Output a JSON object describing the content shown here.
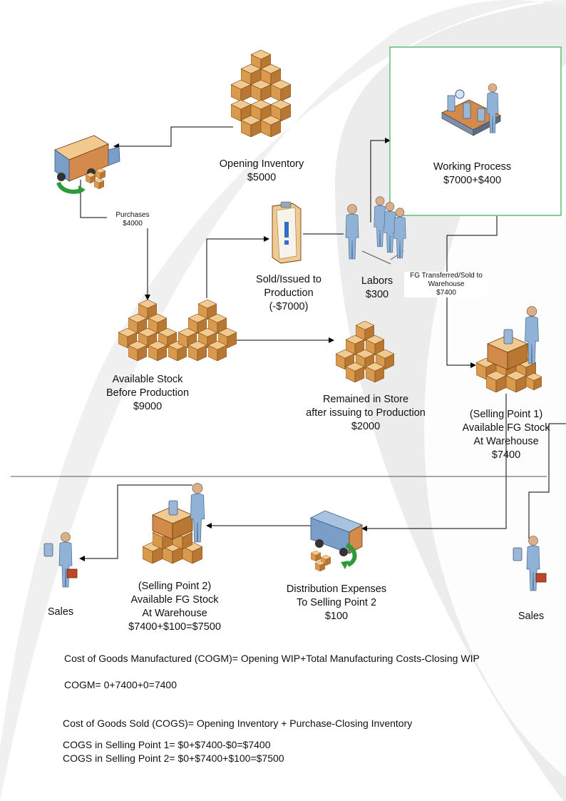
{
  "nodes": {
    "opening_inventory": {
      "name": "Opening Inventory",
      "value": "$5000"
    },
    "purchases": {
      "name": "Purchases",
      "value": "$4000"
    },
    "working_process": {
      "name": "Working Process",
      "value": "$7000+$400"
    },
    "sold_issued": {
      "line1": "Sold/Issued to",
      "line2": "Production",
      "value": "(-$7000)"
    },
    "labors": {
      "name": "Labors",
      "value": "$300"
    },
    "fg_transferred": {
      "line1": "FG Transferred/Sold to",
      "line2": "Warehouse",
      "value": "$7400"
    },
    "available_stock": {
      "line1": "Available Stock",
      "line2": "Before Production",
      "value": "$9000"
    },
    "remained_store": {
      "line1": "Remained in Store",
      "line2": "after issuing to Production",
      "value": "$2000"
    },
    "selling_point_1": {
      "line1": "(Selling Point 1)",
      "line2": "Available FG Stock",
      "line3": "At Warehouse",
      "value": "$7400"
    },
    "selling_point_2": {
      "line1": "(Selling Point 2)",
      "line2": "Available FG Stock",
      "line3": "At Warehouse",
      "value": "$7400+$100=$7500"
    },
    "distribution": {
      "line1": "Distribution Expenses",
      "line2": "To Selling Point 2",
      "value": "$100"
    },
    "sales_left": {
      "name": "Sales"
    },
    "sales_right": {
      "name": "Sales"
    }
  },
  "formulas": {
    "cogm_def": "Cost of Goods Manufactured (COGM)= Opening WIP+Total Manufacturing Costs-Closing WIP",
    "cogm_calc": "COGM= 0+7400+0=7400",
    "cogs_def": "Cost of Goods Sold (COGS)= Opening Inventory + Purchase-Closing Inventory",
    "cogs_sp1": "COGS in Selling Point 1= $0+$7400-$0=$7400",
    "cogs_sp2": "COGS in Selling Point 2= $0+$7400+$100=$7500"
  },
  "colors": {
    "box_light": "#f0c284",
    "box_mid": "#d99a4e",
    "box_dark": "#a86a2a",
    "person": "#8fb2d6",
    "person_dark": "#5d83ad",
    "truck": "#7b9ec8",
    "arrow_green": "#2e9a3a",
    "frame_green": "#5cbf73",
    "swoosh": "#e7e7e7"
  }
}
